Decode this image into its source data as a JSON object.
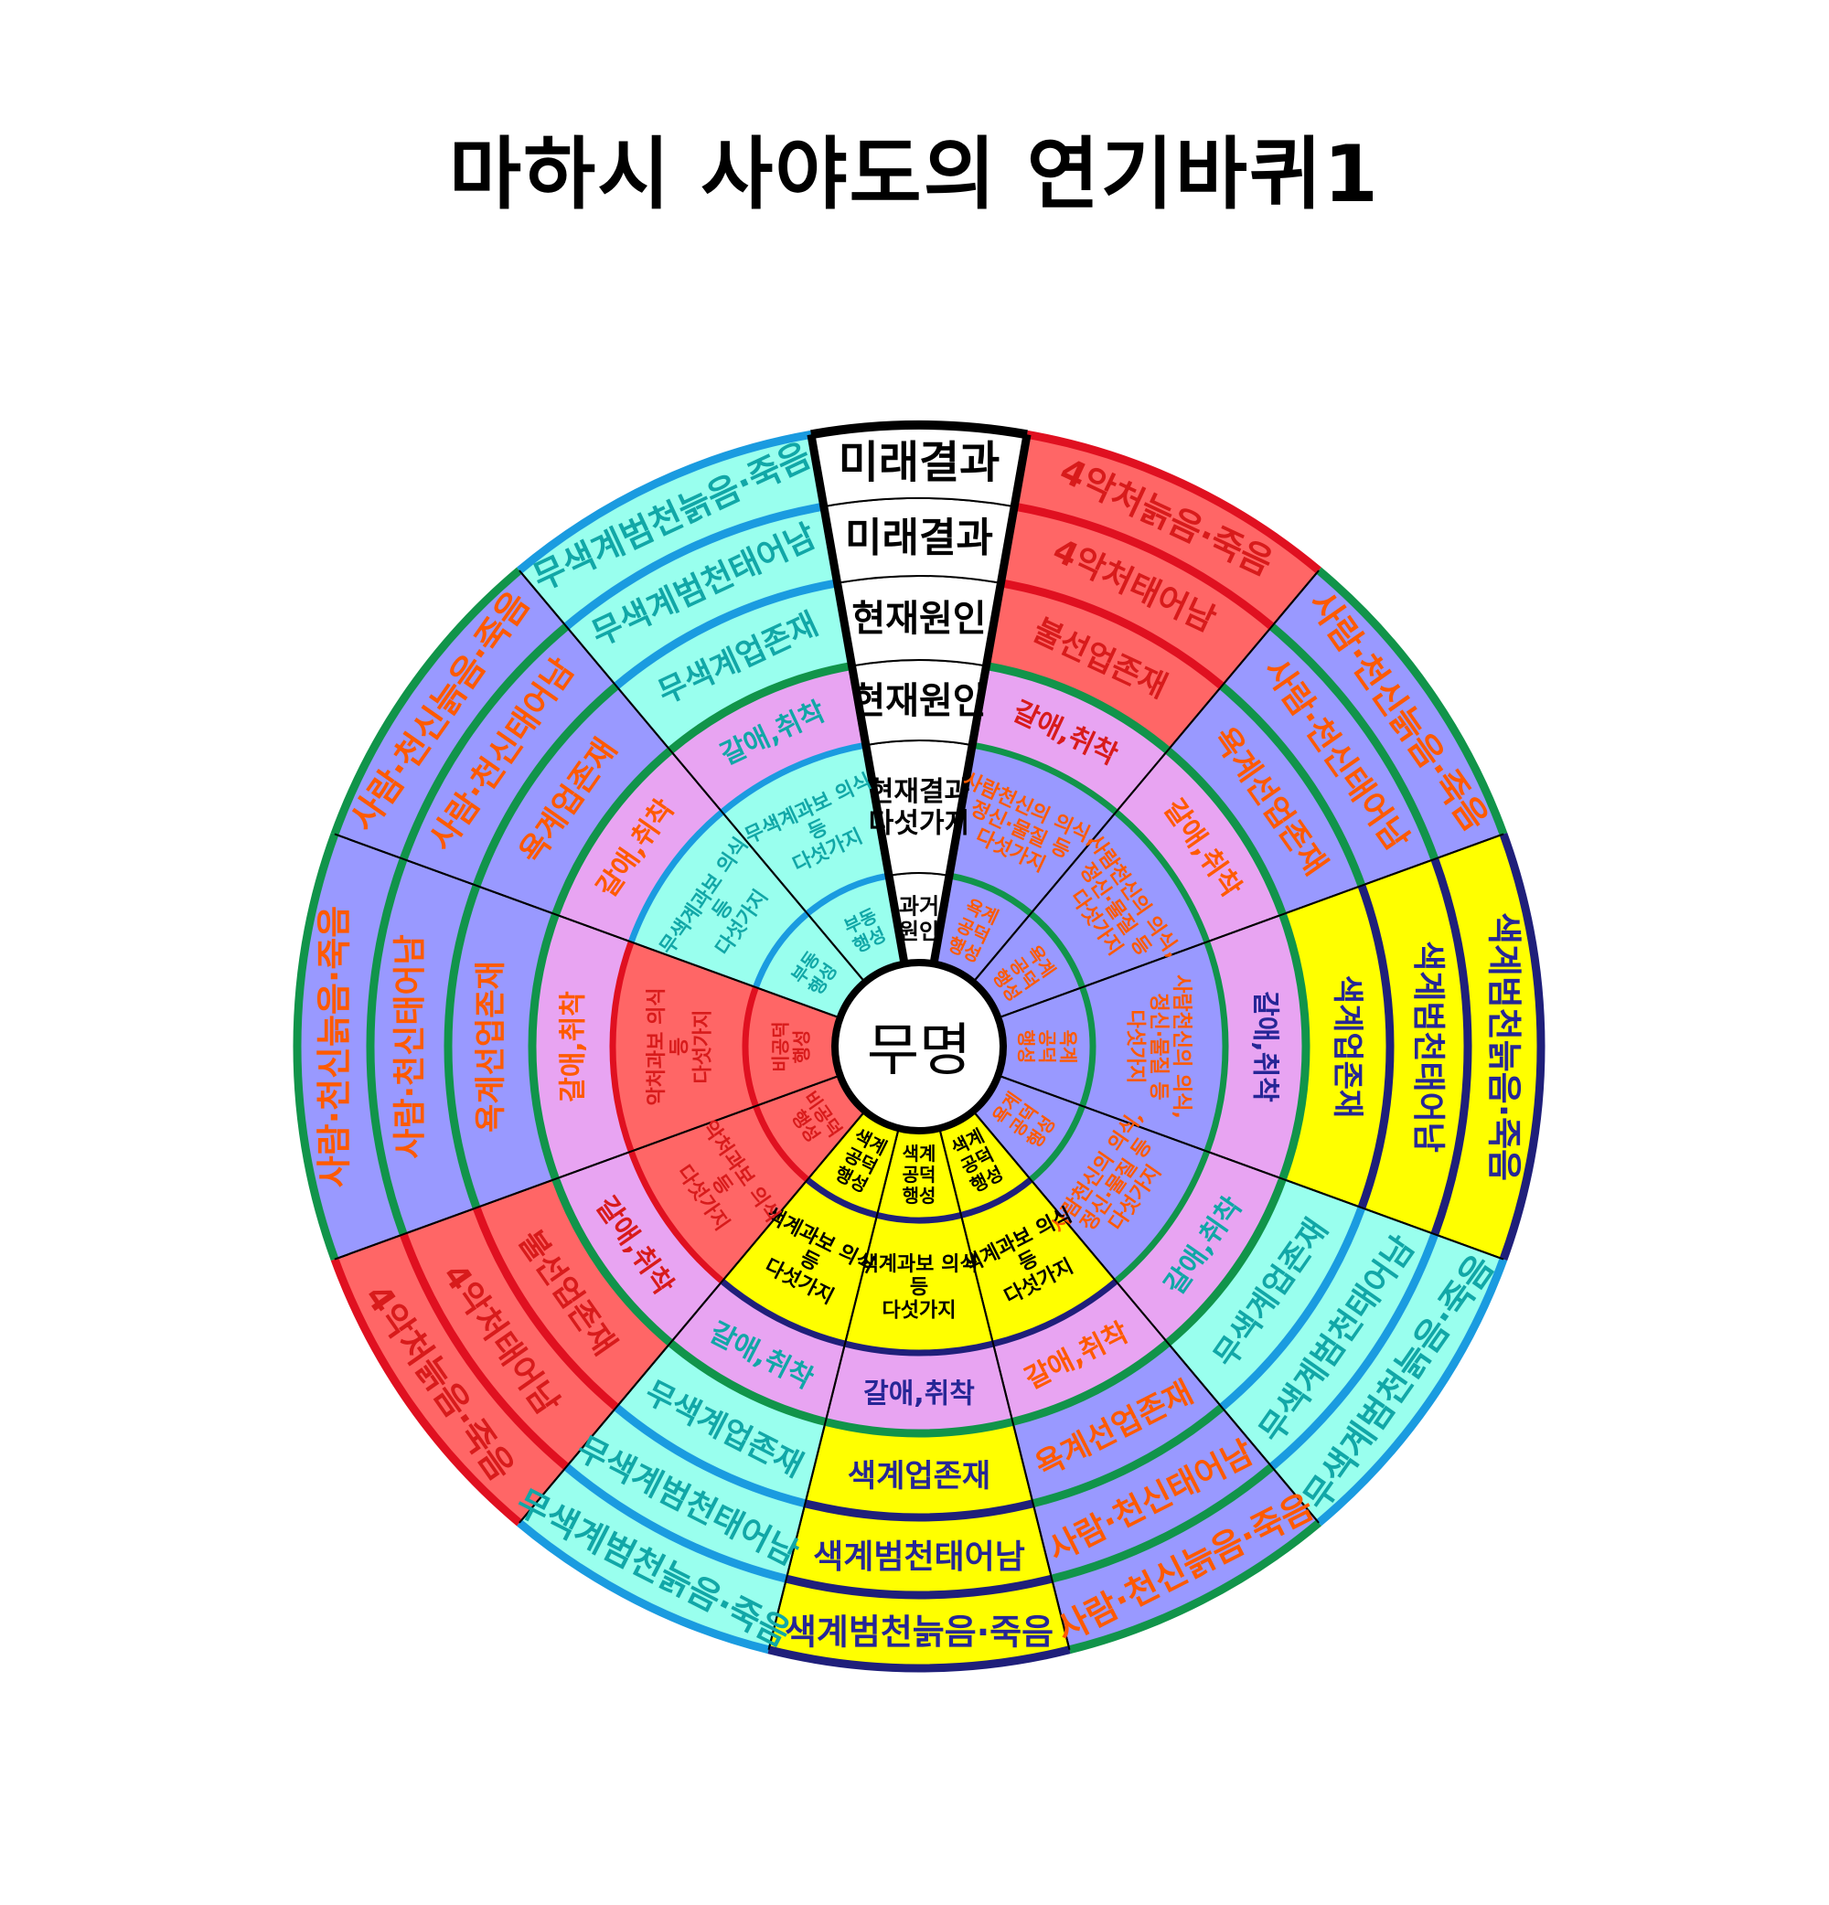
{
  "title": "마하시 사야도의 연기바퀴1",
  "center_label": "무명",
  "colors": {
    "white": "#ffffff",
    "cyan": "#99ffee",
    "purple": "#9999ff",
    "pink": "#e8a4f2",
    "red": "#ff6666",
    "yellow": "#ffff00",
    "blue_line": "#1a9be0",
    "green_line": "#11944a",
    "red_line": "#e01020",
    "navy_line": "#1f1f7a",
    "black_line": "#000000",
    "txt_black": "#000000",
    "txt_cyan": "#11a7a7",
    "txt_orange": "#ff5a00",
    "txt_red": "#d81b1b",
    "txt_navy": "#262696"
  },
  "sectors": [
    {
      "id": "s0",
      "rings": [
        {
          "text": "과거 원인",
          "fill": "white",
          "color": "txt_black"
        },
        {
          "text": "현재결과 다섯가지",
          "fill": "white",
          "color": "txt_black"
        },
        {
          "text": "현재원인",
          "fill": "white",
          "color": "txt_black"
        },
        {
          "text": "현재원인",
          "fill": "white",
          "color": "txt_black"
        },
        {
          "text": "미래결과",
          "fill": "white",
          "color": "txt_black"
        },
        {
          "text": "미래결과",
          "fill": "white",
          "color": "txt_black"
        }
      ]
    },
    {
      "id": "s1",
      "rings": [
        {
          "text": "욕계 공덕 행성",
          "fill": "purple",
          "color": "txt_orange"
        },
        {
          "text": "사람천신의 의식, 정신·물질 등 다섯가지",
          "fill": "purple",
          "color": "txt_orange"
        },
        {
          "text": "갈애,취착",
          "fill": "pink",
          "color": "txt_red"
        },
        {
          "text": "불선업존재",
          "fill": "red",
          "color": "txt_red"
        },
        {
          "text": "4악처태어남",
          "fill": "red",
          "color": "txt_red"
        },
        {
          "text": "4악처늙음·죽음",
          "fill": "red",
          "color": "txt_red"
        }
      ]
    },
    {
      "id": "s2",
      "rings": [
        {
          "text": "욕계 공덕 행성",
          "fill": "purple",
          "color": "txt_orange"
        },
        {
          "text": "사람천신의 의식, 정신·물질 등 다섯가지",
          "fill": "purple",
          "color": "txt_orange"
        },
        {
          "text": "갈애,취착",
          "fill": "pink",
          "color": "txt_orange"
        },
        {
          "text": "욕계선업존재",
          "fill": "purple",
          "color": "txt_orange"
        },
        {
          "text": "사람·천신태어남",
          "fill": "purple",
          "color": "txt_orange"
        },
        {
          "text": "사람·천신늙음·죽음",
          "fill": "purple",
          "color": "txt_orange"
        }
      ]
    },
    {
      "id": "s3",
      "rings": [
        {
          "text": "욕계 공덕 행성",
          "fill": "purple",
          "color": "txt_orange"
        },
        {
          "text": "사람천신의 의식, 정신·물질 등 다섯가지",
          "fill": "purple",
          "color": "txt_orange"
        },
        {
          "text": "갈애,취착",
          "fill": "pink",
          "color": "txt_navy"
        },
        {
          "text": "색계업존재",
          "fill": "yellow",
          "color": "txt_navy"
        },
        {
          "text": "색계범천태어남",
          "fill": "yellow",
          "color": "txt_navy"
        },
        {
          "text": "색계범천늙음·죽음",
          "fill": "yellow",
          "color": "txt_navy"
        }
      ]
    },
    {
      "id": "s4",
      "rings": [
        {
          "text": "욕계 공덕 행성",
          "fill": "purple",
          "color": "txt_orange"
        },
        {
          "text": "사람천신의 의식, 정신·물질 등 다섯가지",
          "fill": "purple",
          "color": "txt_orange"
        },
        {
          "text": "갈애,취착",
          "fill": "pink",
          "color": "txt_cyan"
        },
        {
          "text": "무색계업존재",
          "fill": "cyan",
          "color": "txt_cyan"
        },
        {
          "text": "무색계범천태어남",
          "fill": "cyan",
          "color": "txt_cyan"
        },
        {
          "text": "무색계범천늙음·죽음",
          "fill": "cyan",
          "color": "txt_cyan"
        }
      ]
    },
    {
      "id": "s5",
      "rings": [
        {
          "text": "색계 공덕 행성",
          "fill": "yellow",
          "color": "txt_black"
        },
        {
          "text": "색계과보 의식 등 다섯가지",
          "fill": "yellow",
          "color": "txt_black"
        },
        {
          "text": "갈애,취착",
          "fill": "pink",
          "color": "txt_orange"
        },
        {
          "text": "욕계선업존재",
          "fill": "purple",
          "color": "txt_orange"
        },
        {
          "text": "사람·천신태어남",
          "fill": "purple",
          "color": "txt_orange"
        },
        {
          "text": "사람·천신늙음·죽음",
          "fill": "purple",
          "color": "txt_orange"
        }
      ]
    },
    {
      "id": "s6",
      "rings": [
        {
          "text": "색계 공덕 행성",
          "fill": "yellow",
          "color": "txt_black"
        },
        {
          "text": "색계과보 의식 등 다섯가지",
          "fill": "yellow",
          "color": "txt_black"
        },
        {
          "text": "갈애,취착",
          "fill": "pink",
          "color": "txt_navy"
        },
        {
          "text": "색계업존재",
          "fill": "yellow",
          "color": "txt_navy"
        },
        {
          "text": "색계범천태어남",
          "fill": "yellow",
          "color": "txt_navy"
        },
        {
          "text": "색계범천늙음·죽음",
          "fill": "yellow",
          "color": "txt_navy"
        }
      ]
    },
    {
      "id": "s7",
      "rings": [
        {
          "text": "색계 공덕 행성",
          "fill": "yellow",
          "color": "txt_black"
        },
        {
          "text": "색계과보 의식 등 다섯가지",
          "fill": "yellow",
          "color": "txt_black"
        },
        {
          "text": "갈애,취착",
          "fill": "pink",
          "color": "txt_cyan"
        },
        {
          "text": "무색계업존재",
          "fill": "cyan",
          "color": "txt_cyan"
        },
        {
          "text": "무색계범천태어남",
          "fill": "cyan",
          "color": "txt_cyan"
        },
        {
          "text": "무색계범천늙음·죽음",
          "fill": "cyan",
          "color": "txt_cyan"
        }
      ]
    },
    {
      "id": "s8",
      "rings": [
        {
          "text": "비공덕 행성",
          "fill": "red",
          "color": "txt_red"
        },
        {
          "text": "악처과보 의식 등 다섯가지",
          "fill": "red",
          "color": "txt_red"
        },
        {
          "text": "갈애,취착",
          "fill": "pink",
          "color": "txt_red"
        },
        {
          "text": "불선업존재",
          "fill": "red",
          "color": "txt_red"
        },
        {
          "text": "4악처태어남",
          "fill": "red",
          "color": "txt_red"
        },
        {
          "text": "4악처늙음·죽음",
          "fill": "red",
          "color": "txt_red"
        }
      ]
    },
    {
      "id": "s9",
      "rings": [
        {
          "text": "비공덕 행성",
          "fill": "red",
          "color": "txt_red"
        },
        {
          "text": "악처과보 의식 등 다섯가지",
          "fill": "red",
          "color": "txt_red"
        },
        {
          "text": "갈애,취착",
          "fill": "pink",
          "color": "txt_orange"
        },
        {
          "text": "욕계선업존재",
          "fill": "purple",
          "color": "txt_orange"
        },
        {
          "text": "사람·천신태어남",
          "fill": "purple",
          "color": "txt_orange"
        },
        {
          "text": "사람·천신늙음·죽음",
          "fill": "purple",
          "color": "txt_orange"
        }
      ]
    },
    {
      "id": "s10",
      "rings": [
        {
          "text": "부동 행성",
          "fill": "cyan",
          "color": "txt_cyan"
        },
        {
          "text": "무색계과보 의식 등 다섯가지",
          "fill": "cyan",
          "color": "txt_cyan"
        },
        {
          "text": "갈애,취착",
          "fill": "pink",
          "color": "txt_orange"
        },
        {
          "text": "욕계업존재",
          "fill": "purple",
          "color": "txt_orange"
        },
        {
          "text": "사람·천신태어남",
          "fill": "purple",
          "color": "txt_orange"
        },
        {
          "text": "사람·천신늙음·죽음",
          "fill": "purple",
          "color": "txt_orange"
        }
      ]
    },
    {
      "id": "s11",
      "rings": [
        {
          "text": "부동 행성",
          "fill": "cyan",
          "color": "txt_cyan"
        },
        {
          "text": "무색계과보 의식 등 다섯가지",
          "fill": "cyan",
          "color": "txt_cyan"
        },
        {
          "text": "갈애,취착",
          "fill": "pink",
          "color": "txt_cyan"
        },
        {
          "text": "무색계업존재",
          "fill": "cyan",
          "color": "txt_cyan"
        },
        {
          "text": "무색계범천태어남",
          "fill": "cyan",
          "color": "txt_cyan"
        },
        {
          "text": "무색계범천늙음·죽음",
          "fill": "cyan",
          "color": "txt_cyan"
        }
      ]
    }
  ]
}
